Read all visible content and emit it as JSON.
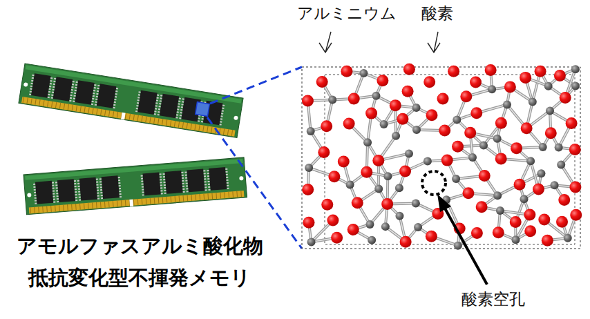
{
  "diagram": {
    "labels": [
      "アルミニウム",
      "酸素",
      "アモルファスアルミ酸化物 抵抗変化型不揮発メモリ",
      "酸素空孔"
    ]
  }
}
